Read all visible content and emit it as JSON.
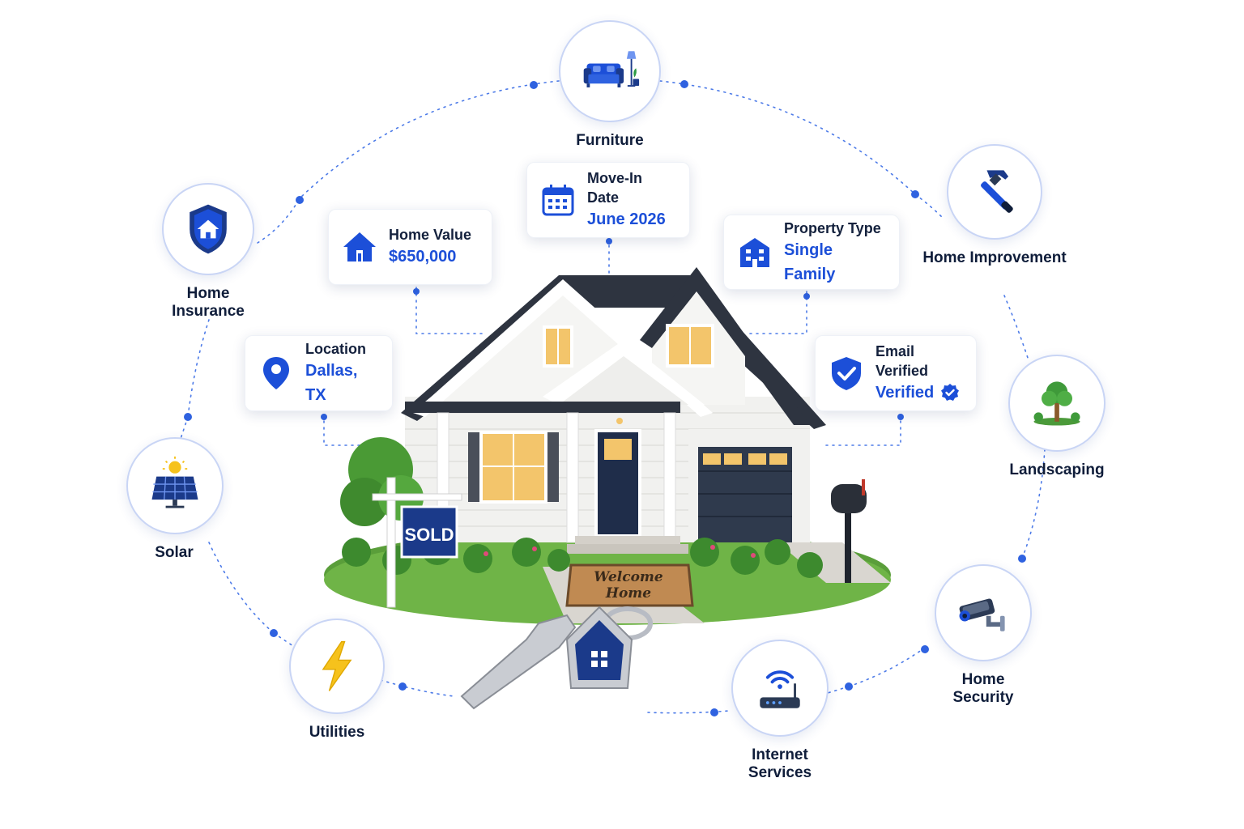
{
  "services": {
    "furniture": {
      "label": "Furniture",
      "icon": "sofa-lamp-icon"
    },
    "home_improvement": {
      "label": "Home Improvement",
      "icon": "hammer-icon"
    },
    "landscaping": {
      "label": "Landscaping",
      "icon": "tree-icon"
    },
    "home_security": {
      "label": "Home Security",
      "icon": "security-camera-icon"
    },
    "internet": {
      "label": "Internet Services",
      "icon": "wifi-router-icon"
    },
    "utilities": {
      "label": "Utilities",
      "icon": "lightning-icon"
    },
    "solar": {
      "label": "Solar",
      "icon": "solar-panel-icon"
    },
    "home_insurance": {
      "label": "Home Insurance",
      "icon": "shield-house-icon"
    }
  },
  "cards": {
    "move_in": {
      "title": "Move-In Date",
      "value": "June 2026",
      "icon": "calendar-icon"
    },
    "home_value": {
      "title": "Home Value",
      "value": "$650,000",
      "icon": "house-icon"
    },
    "property_type": {
      "title": "Property Type",
      "value": "Single Family",
      "icon": "building-icon"
    },
    "location": {
      "title": "Location",
      "value": "Dallas, TX",
      "icon": "map-pin-icon"
    },
    "email": {
      "title": "Email Verified",
      "value": "Verified",
      "icon": "shield-check-icon"
    }
  },
  "illustration": {
    "sold_sign": "SOLD",
    "doormat_line1": "Welcome",
    "doormat_line2": "Home"
  },
  "colors": {
    "accent": "#1c4fd8",
    "navy": "#1b3a8a",
    "text": "#14213d",
    "circle_border": "#c9d5f5"
  }
}
